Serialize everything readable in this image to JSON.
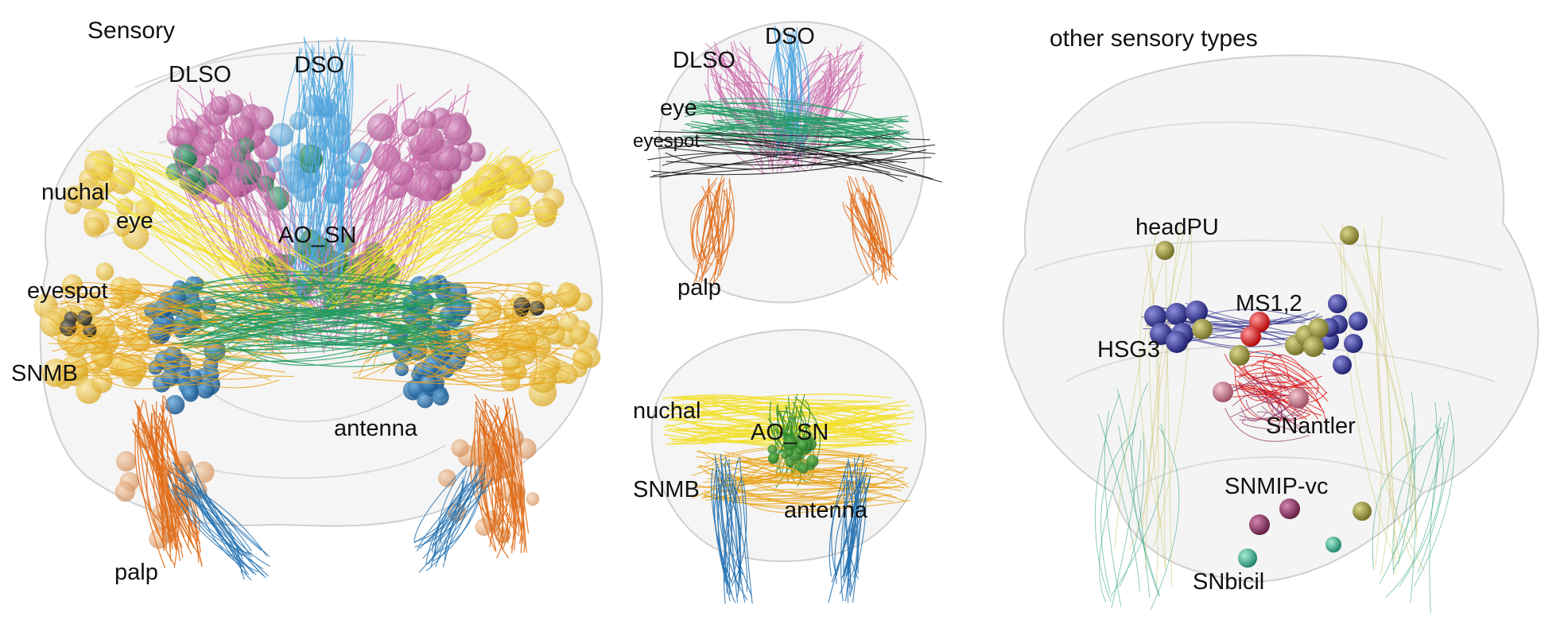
{
  "panels": {
    "left": {
      "title": "Sensory",
      "labels": {
        "dlso": "DLSO",
        "dso": "DSO",
        "nuchal": "nuchal",
        "eye": "eye",
        "ao_sn": "AO_SN",
        "eyespot": "eyespot",
        "snmb": "SNMB",
        "antenna": "antenna",
        "palp": "palp"
      }
    },
    "middle_top": {
      "labels": {
        "dso": "DSO",
        "dlso": "DLSO",
        "eye": "eye",
        "eyespot": "eyespot",
        "palp": "palp"
      }
    },
    "middle_bottom": {
      "labels": {
        "nuchal": "nuchal",
        "ao_sn": "AO_SN",
        "snmb": "SNMB",
        "antenna": "antenna"
      }
    },
    "right": {
      "title": "other sensory types",
      "labels": {
        "headpu": "headPU",
        "ms12": "MS1,2",
        "hsg3": "HSG3",
        "snantler": "SNantler",
        "snmip": "SNMIP-vc",
        "snbicil": "SNbicil"
      }
    }
  },
  "colors": {
    "dlso": "#cc6fae",
    "dso": "#4ea6e0",
    "eye": "#1f9a62",
    "ao_sn": "#2d8a2d",
    "nuchal": "#f2e030",
    "snmb": "#e8a317",
    "antenna": "#e8a317",
    "palp": "#e06b16",
    "eyespot": "#111111",
    "adult_eye_blue": "#1f6fb0",
    "headpu": "#8a8a3a",
    "hsg3": "#2a2a8c",
    "ms12": "#dd1111",
    "snantler": "#c97a8a",
    "snmip": "#8a2a5a",
    "snbicil": "#2aa080",
    "outline": "#d8d8d8"
  }
}
